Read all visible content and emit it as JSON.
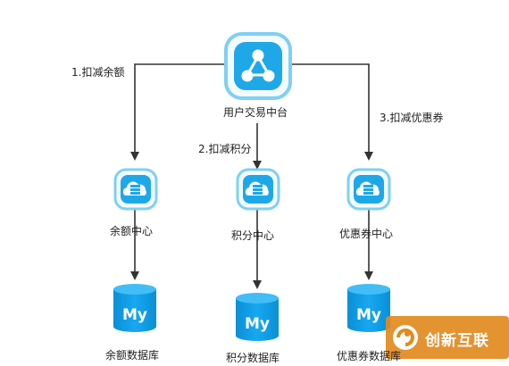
{
  "diagram": {
    "hub": {
      "label": "用户交易中台"
    },
    "edges": [
      {
        "label": "1.扣减余额"
      },
      {
        "label": "2.扣减积分"
      },
      {
        "label": "3.扣减优惠券"
      }
    ],
    "services": [
      {
        "label": "余额中心"
      },
      {
        "label": "积分中心"
      },
      {
        "label": "优惠券中心"
      }
    ],
    "databases": [
      {
        "label": "余额数据库",
        "badge": "My"
      },
      {
        "label": "积分数据库",
        "badge": "My"
      },
      {
        "label": "优惠券数据库",
        "badge": "My"
      }
    ]
  },
  "watermark": {
    "text": "创新互联"
  },
  "colors": {
    "line": "#333333",
    "icon_blue": "#1fa8e8",
    "icon_border": "#5ec3f0",
    "db_blue": "#0c9ee6",
    "watermark_bg": "#e28a1f"
  },
  "icons": {
    "hub": "network-hub-icon",
    "service": "cloud-server-icon",
    "database": "mysql-cylinder-icon"
  }
}
